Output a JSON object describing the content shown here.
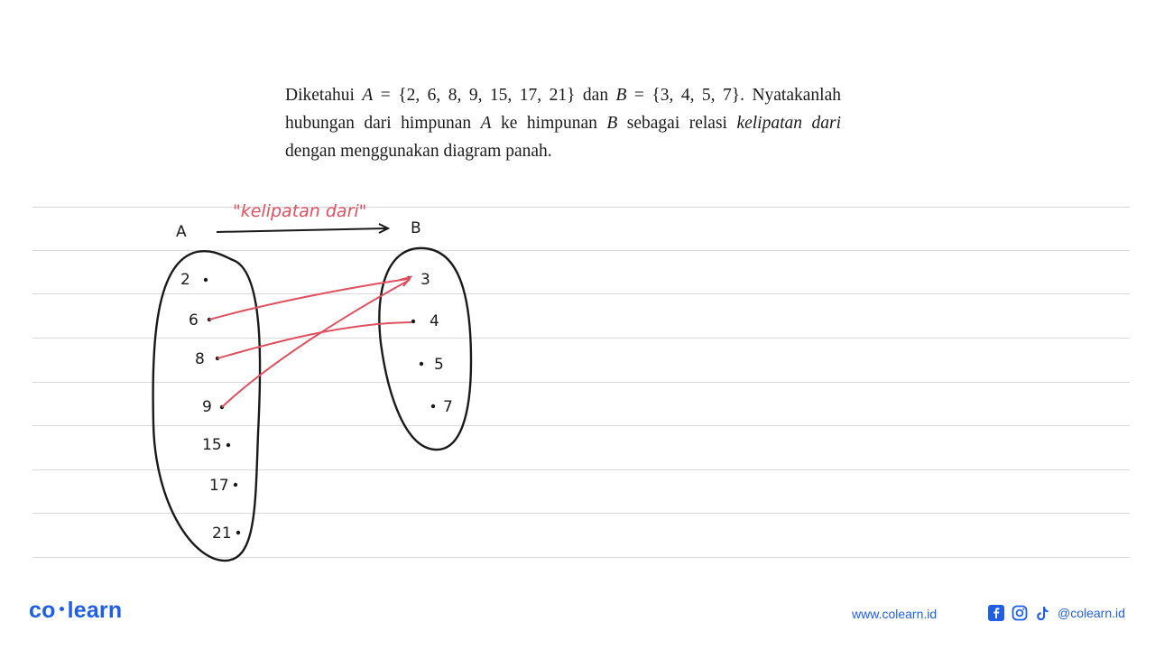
{
  "problem": {
    "intro": "Diketahui ",
    "set_a_name": "A",
    "set_a_eq": " = {2, 6, 8, 9, 15, 17, 21} dan ",
    "set_b_name": "B",
    "set_b_eq": " = {3, 4, 5, 7}. Nyatakanlah hubungan dari himpunan ",
    "set_a_ref": "A",
    "mid": " ke himpunan ",
    "set_b_ref": "B",
    "mid2": " sebagai relasi ",
    "relation_italic": "kelipatan dari",
    "outro": " dengan menggunakan diagram panah."
  },
  "diagram": {
    "relation_label": "\"kelipatan dari\"",
    "set_a_label": "A",
    "set_b_label": "B",
    "set_a_elements": [
      "2",
      "6",
      "8",
      "9",
      "15",
      "17",
      "21"
    ],
    "set_b_elements": [
      "3",
      "4",
      "5",
      "7"
    ],
    "arrows": [
      {
        "from": "6",
        "to": "3"
      },
      {
        "from": "8",
        "to": "4"
      },
      {
        "from": "9",
        "to": "3"
      }
    ],
    "arrow_color": "#e0505e",
    "ink_color": "#1a1a1a"
  },
  "footer": {
    "logo_left": "co",
    "logo_right": "learn",
    "website": "www.colearn.id",
    "social_handle": "@colearn.id",
    "icons": [
      "facebook-icon",
      "instagram-icon",
      "tiktok-icon"
    ],
    "brand_color": "#1f5ee8"
  }
}
